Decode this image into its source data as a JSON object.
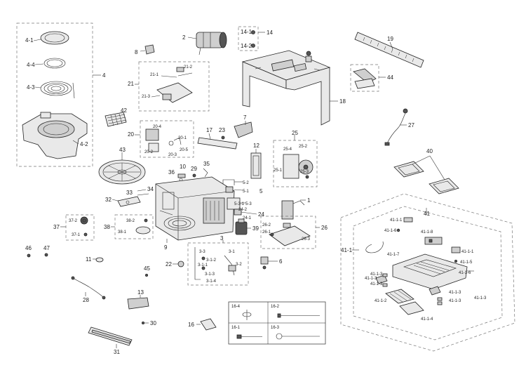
{
  "labels": {
    "l4_1": "4-1",
    "l4_4": "4-4",
    "l4_3": "4-3",
    "l4_2": "4-2",
    "l4": "4",
    "l2": "2",
    "l8": "8",
    "l14_1": "14-1",
    "l14": "14",
    "l14_2": "14-2",
    "l19": "19",
    "l44": "44",
    "l18": "18",
    "l27": "27",
    "l21": "21",
    "l21_2": "21-2",
    "l21_1": "21-1",
    "l21_3": "21-3",
    "l42": "42",
    "l20": "20",
    "l20_4": "20-4",
    "l20_1": "20-1",
    "l20_5": "20-5",
    "l20_2": "20-2",
    "l20_3": "20-3",
    "l17": "17",
    "l23": "23",
    "l7": "7",
    "l12": "12",
    "l25": "25",
    "l25_4": "25-4",
    "l25_2": "25-2",
    "l25_1": "25-1",
    "l25_3": "25-3",
    "l43": "43",
    "l10": "10",
    "l29": "29",
    "l35": "35",
    "l36": "36",
    "l40": "40",
    "l5_2": "5-2",
    "l5_1": "5-1",
    "l5": "5",
    "l5_3": "5-3",
    "l5_3_1": "5-3-1",
    "l24_2": "24-2",
    "l24": "24",
    "l24_1": "24-1",
    "l1": "1",
    "l33": "33",
    "l34": "34",
    "l32": "32",
    "l37": "37",
    "l37_2": "37-2",
    "l37_1": "37-1",
    "l38": "38",
    "l38_2": "38-2",
    "l38_1": "38-1",
    "l9": "9",
    "l39": "39",
    "l26": "26",
    "l26_2": "26-2",
    "l26_1": "26-1",
    "l26_3": "26-3",
    "l3": "3",
    "l3_1": "3-1",
    "l3_3": "3-3",
    "l3_1_2": "3-1-2",
    "l3_1_1": "3-1-1",
    "l3_2": "3-2",
    "l3_1_3": "3-1-3",
    "l3_1_4": "3-1-4",
    "l6": "6",
    "l46": "46",
    "l47": "47",
    "l11": "11",
    "l22": "22",
    "l45": "45",
    "l28": "28",
    "l13": "13",
    "l30": "30",
    "l31": "31",
    "l16": "16",
    "l16_4": "16-4",
    "l16_2": "16-2",
    "l16_1": "16-1",
    "l16_3": "16-3",
    "l41": "41",
    "l41_1_1": "41-1-1",
    "l41_1_6": "41-1-6",
    "l41_1_8": "41-1-8",
    "l41_1": "41-1",
    "l41_1_7": "41-1-7",
    "l41_1_1b": "41-1-1",
    "l41_1_5": "41-1-5",
    "l41_1_3a": "41-1-3",
    "l41_1_6b": "41-1-6",
    "l41_1_3b": "41-1-3",
    "l41_1_3c": "41-1-3",
    "l41_1_2": "41-1-2",
    "l41_1_3d": "41-1-3",
    "l41_1_3e": "41-1-3",
    "l41_1_3f": "41-1-3",
    "l41_1_4": "41-1-4"
  }
}
